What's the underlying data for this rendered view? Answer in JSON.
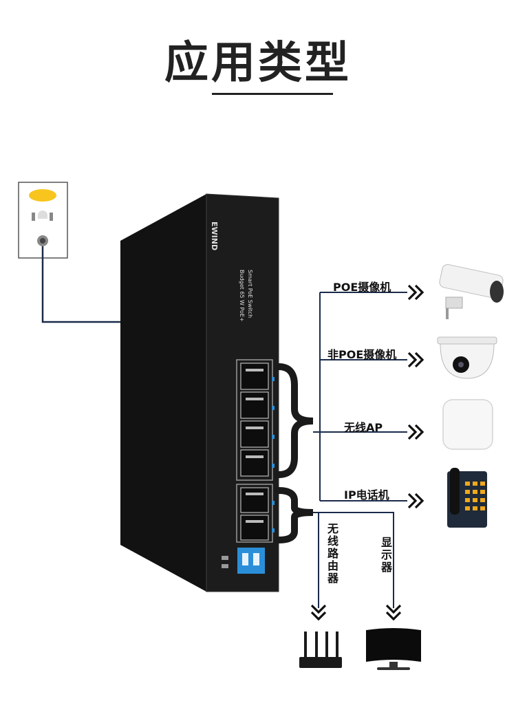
{
  "title": "应用类型",
  "switch": {
    "brand": "EWIND",
    "model_line1": "Smart PoE Switch",
    "model_line2": "Budget 65 W PoE+"
  },
  "devices": {
    "poe_camera": "POE摄像机",
    "non_poe_camera": "非POE摄像机",
    "wireless_ap": "无线AP",
    "ip_phone": "IP电话机",
    "router": "无线路由器",
    "monitor": "显示器"
  },
  "colors": {
    "line": "#1a2a4a",
    "switch_body": "#1b1b1b",
    "dip": "#2a8fd8",
    "outlet_dot": "#f7c51e"
  }
}
